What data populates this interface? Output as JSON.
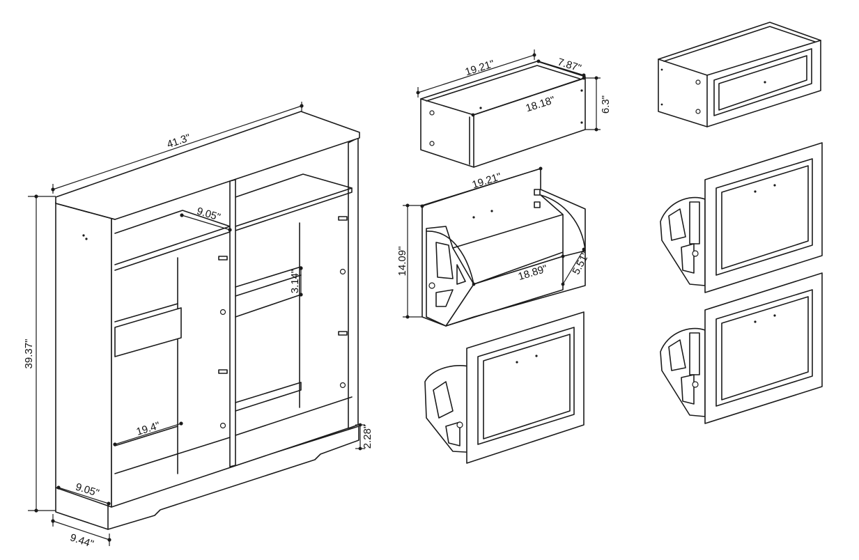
{
  "diagram": {
    "dimensions": {
      "cabinet_width": "41.3\"",
      "cabinet_height": "39.37\"",
      "cabinet_depth": "9.44\"",
      "base_height": "2.28\"",
      "top_shelf_depth": "9.05\"",
      "bottom_depth": "9.05\"",
      "shelf_spacing": "3.14\"",
      "lower_width": "19.4\"",
      "drawer_outer_width": "19.21\"",
      "drawer_depth": "7.87\"",
      "drawer_inner_width": "18.18\"",
      "drawer_height": "6.3\"",
      "flip_width": "19.21\"",
      "flip_height": "14.09\"",
      "flip_inner_width": "18.89\"",
      "flip_depth": "5.51\""
    }
  }
}
